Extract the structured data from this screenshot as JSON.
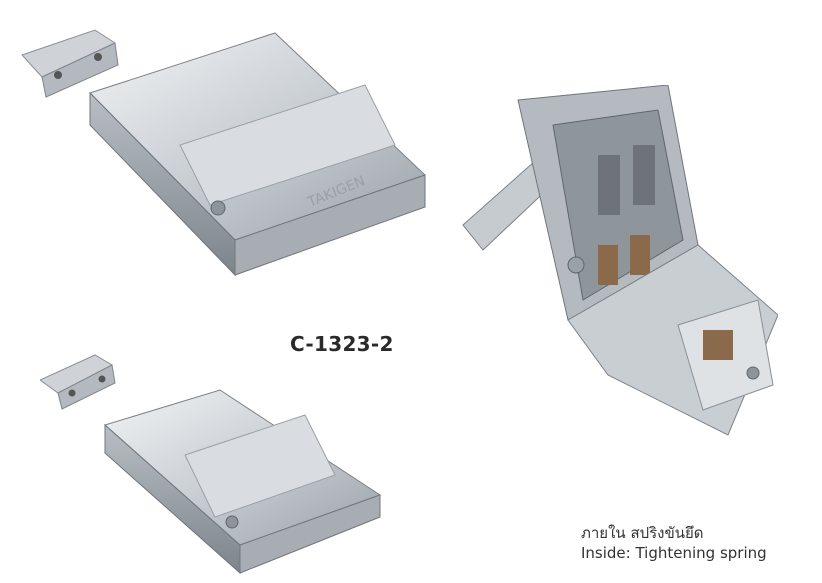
{
  "product": {
    "model_code": "C-1323-2",
    "brand_mark": "TAKIGEN"
  },
  "caption": {
    "thai": "ภายใน สปริงขันยึด",
    "english": "Inside: Tightening spring"
  }
}
